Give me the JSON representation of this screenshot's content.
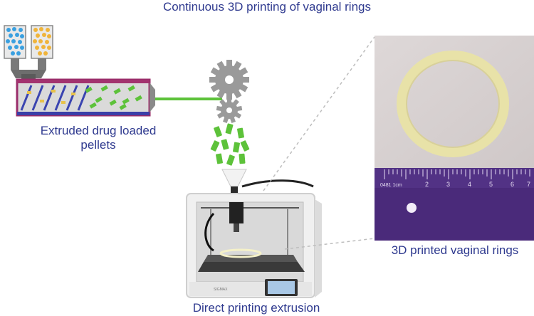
{
  "diagram": {
    "title": "Continuous 3D printing of vaginal rings",
    "label_pellets_line1": "Extruded drug loaded",
    "label_pellets_line2": "pellets",
    "label_rings": "3D printed vaginal rings",
    "label_extrusion": "Direct printing extrusion",
    "ruler_text": "0481 1cm",
    "ruler_numbers": [
      "2",
      "3",
      "4",
      "5",
      "6",
      "7"
    ],
    "printer_brand": "SIGMAX"
  },
  "colors": {
    "label_text": "#2f3a8f",
    "pellet_green": "#5dc23a",
    "ruler_purple": "#4a2a7a",
    "ring_cream": "#e8e2a8",
    "gear_gray": "#9a9a9a"
  }
}
